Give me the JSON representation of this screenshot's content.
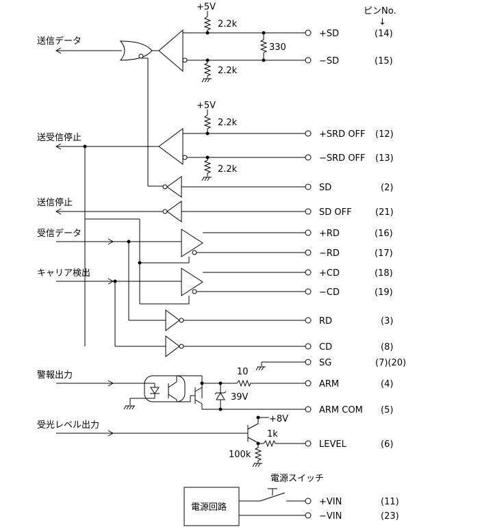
{
  "header": {
    "pin_header": "ピンNo.",
    "arrow_glyph": "↓"
  },
  "inputs": {
    "send_data": "送信データ",
    "send_recv_stop": "送受信停止",
    "send_stop": "送信停止",
    "recv_data": "受信データ",
    "carrier_detect": "キャリア検出",
    "alarm_out": "警報出力",
    "rx_level_out": "受光レベル出力"
  },
  "components": {
    "vcc1": "+5V",
    "vcc2": "+5V",
    "r_sd_top": "2.2k",
    "r_sd_term": "330",
    "r_sd_bot": "2.2k",
    "r_srd_top": "2.2k",
    "r_srd_bot": "2.2k",
    "r_arm": "10",
    "zener": "39V",
    "vcc8": "+8V",
    "r_level": "1k",
    "r_level_pull": "100k",
    "power_circuit": "電源回路",
    "power_switch": "電源スイッチ"
  },
  "signals": [
    {
      "name": "+SD",
      "pin": "(14)"
    },
    {
      "name": "−SD",
      "pin": "(15)"
    },
    {
      "name": "+SRD OFF",
      "pin": "(12)"
    },
    {
      "name": "−SRD OFF",
      "pin": "(13)"
    },
    {
      "name": "SD",
      "pin": "(2)"
    },
    {
      "name": "SD OFF",
      "pin": "(21)"
    },
    {
      "name": "+RD",
      "pin": "(16)"
    },
    {
      "name": "−RD",
      "pin": "(17)"
    },
    {
      "name": "+CD",
      "pin": "(18)"
    },
    {
      "name": "−CD",
      "pin": "(19)"
    },
    {
      "name": "RD",
      "pin": "(3)"
    },
    {
      "name": "CD",
      "pin": "(8)"
    },
    {
      "name": "SG",
      "pin": "(7)(20)"
    },
    {
      "name": "ARM",
      "pin": "(4)"
    },
    {
      "name": "ARM COM",
      "pin": "(5)"
    },
    {
      "name": "LEVEL",
      "pin": "(6)"
    },
    {
      "name": "+VIN",
      "pin": "(11)"
    },
    {
      "name": "−VIN",
      "pin": "(23)"
    }
  ]
}
